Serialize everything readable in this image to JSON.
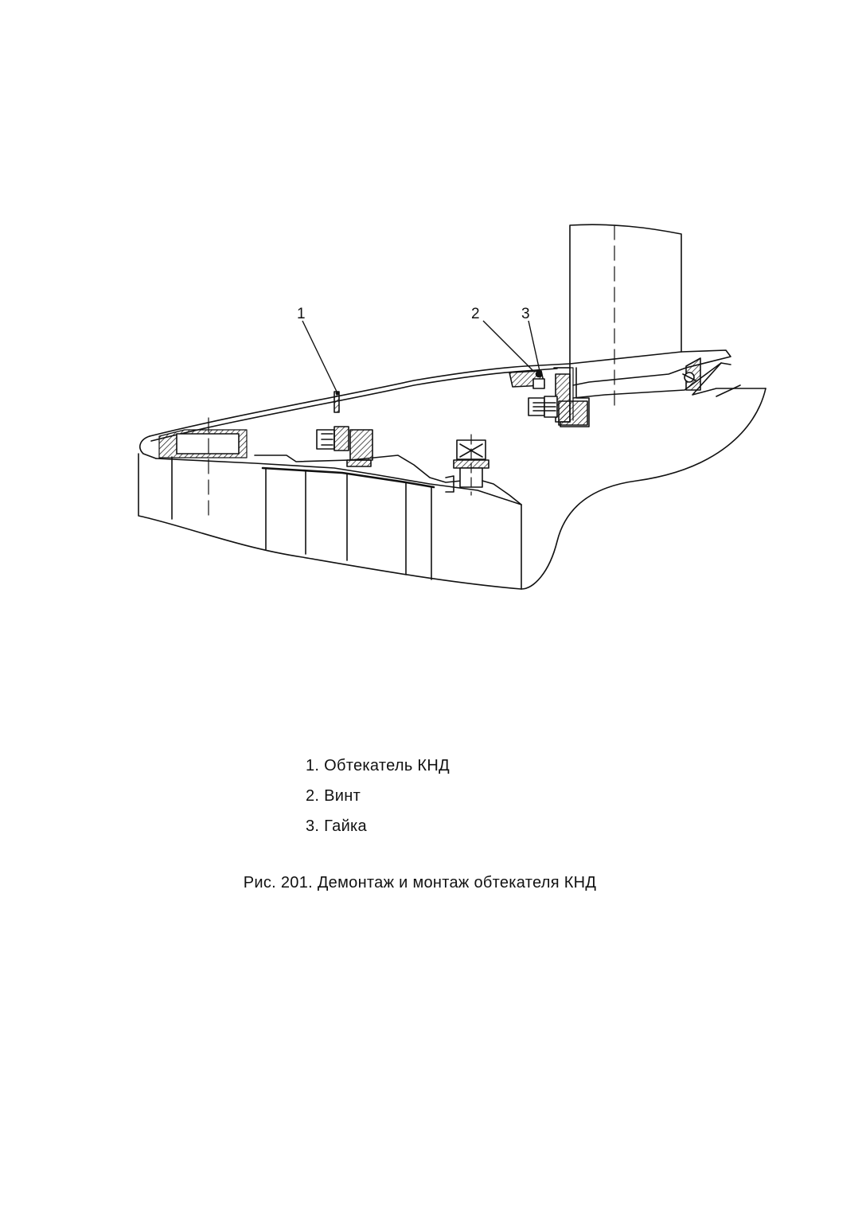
{
  "callouts": [
    {
      "num": "1"
    },
    {
      "num": "2"
    },
    {
      "num": "3"
    }
  ],
  "legend": [
    {
      "text": "1. Обтекатель КНД"
    },
    {
      "text": "2. Винт"
    },
    {
      "text": "3. Гайка"
    }
  ],
  "caption": "Рис. 201. Демонтаж и монтаж обтекателя КНД"
}
